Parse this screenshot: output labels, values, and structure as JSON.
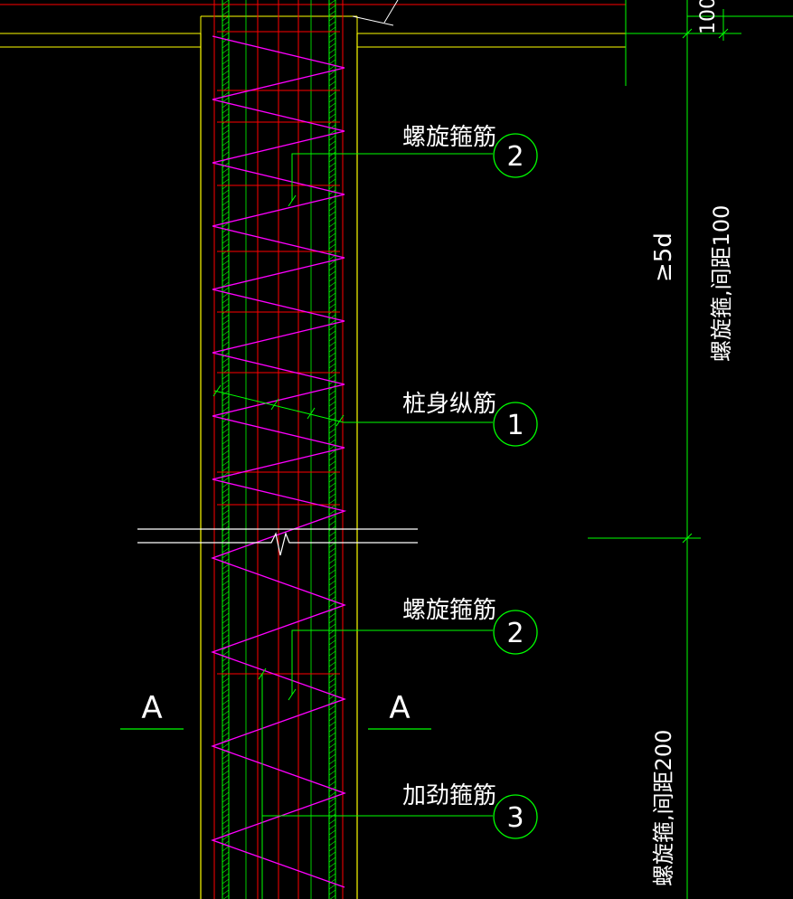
{
  "labels": {
    "spiral_stirrup_1": "螺旋箍筋",
    "longitudinal_bar": "桩身纵筋",
    "spiral_stirrup_2": "螺旋箍筋",
    "stiffening_stirrup": "加劲箍筋"
  },
  "markers": {
    "m1": "2",
    "m2": "1",
    "m3": "2",
    "m4": "3"
  },
  "section": {
    "left": "A",
    "right": "A"
  },
  "dimensions": {
    "top_gap": "100",
    "anchor_length": "≥5d",
    "dense_zone": "螺旋箍,间距100",
    "normal_zone": "螺旋箍,间距200"
  },
  "colors": {
    "green": "#00ff00",
    "yellow": "#ffff00",
    "red": "#ff0000",
    "magenta": "#ff00ff",
    "white": "#ffffff"
  }
}
